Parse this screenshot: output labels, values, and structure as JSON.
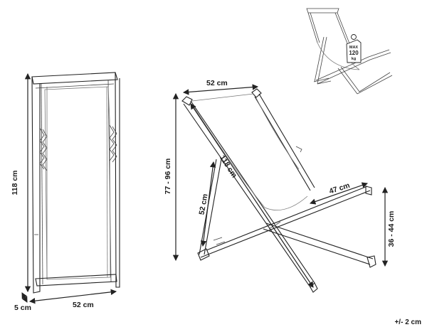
{
  "front_view": {
    "height_label": "118 cm",
    "depth_label": "5 cm",
    "width_label": "52 cm"
  },
  "side_view": {
    "top_width_label": "52 cm",
    "height_label": "77 - 96 cm",
    "length_label": "118 cm",
    "leg_label": "52 cm",
    "back_leg_label": "47 cm",
    "seat_height_label": "36 - 44 cm"
  },
  "thumbnail": {
    "weight_text": "MAX",
    "weight_value": "120",
    "weight_unit": "kg"
  },
  "tolerance_label": "+/- 2 cm"
}
